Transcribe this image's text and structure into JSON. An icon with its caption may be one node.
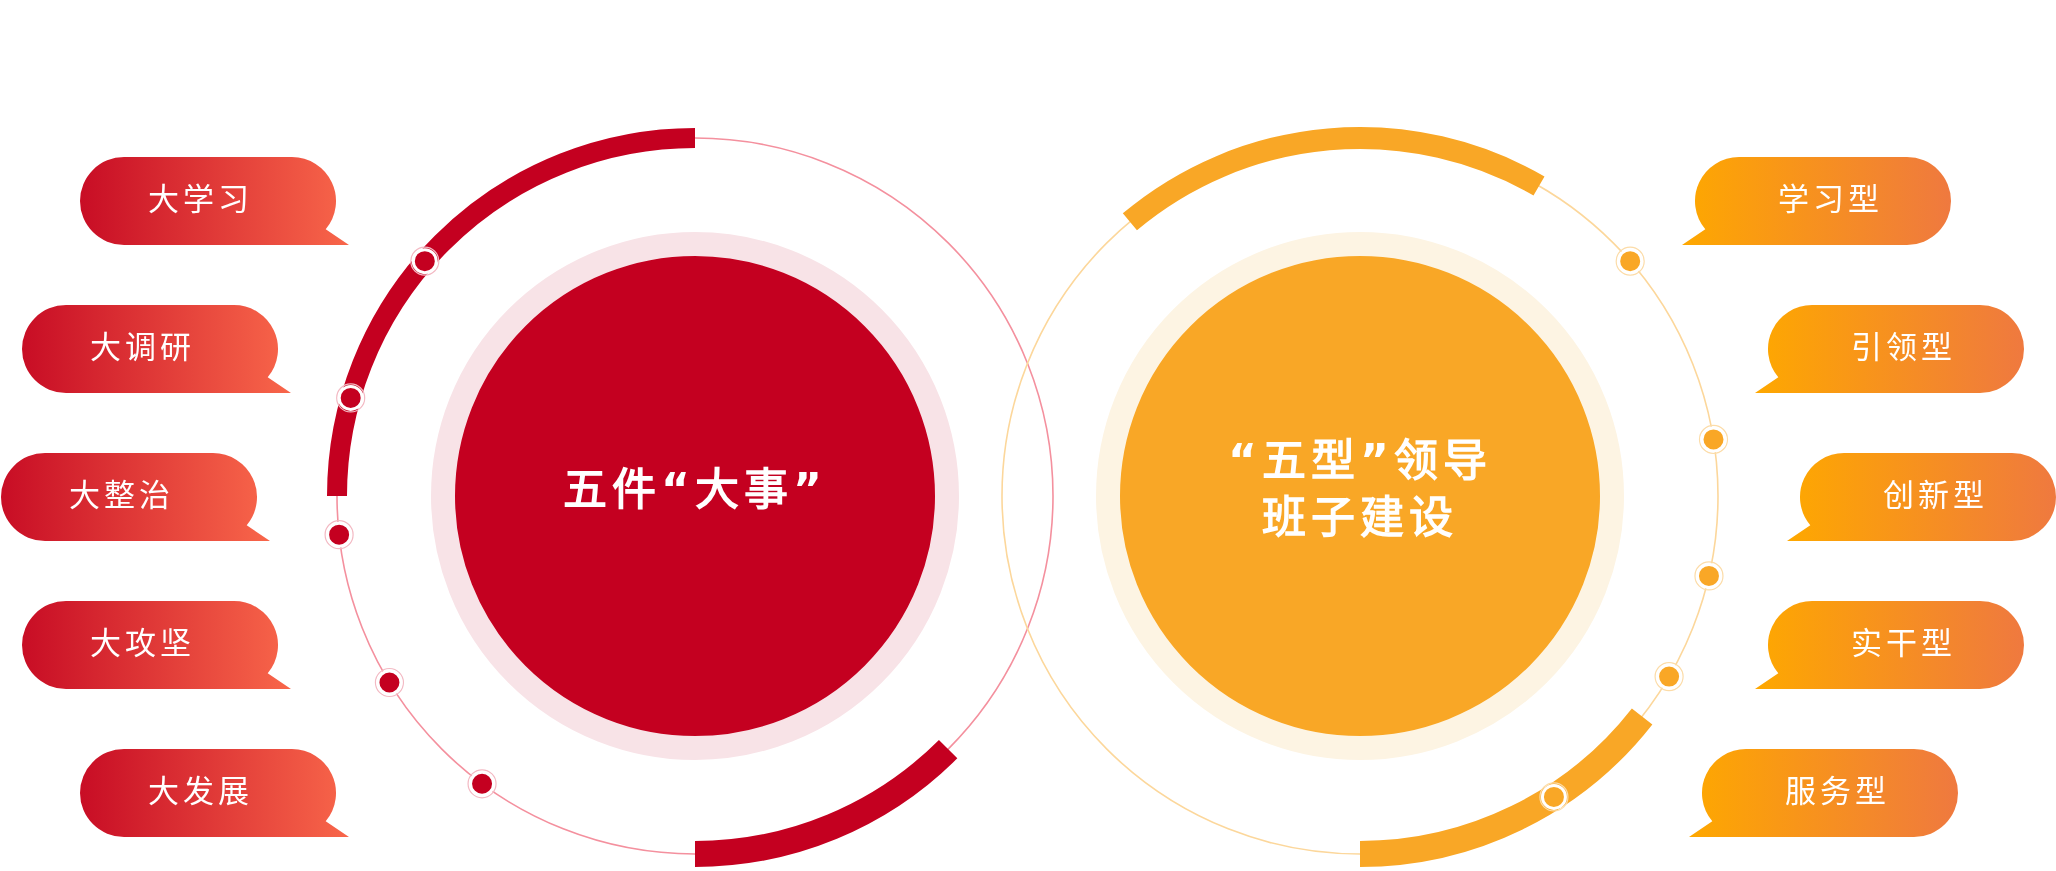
{
  "diagram": {
    "nodes": [
      {
        "text": [
          "大学习"
        ]
      },
      {
        "text": [
          "大调研"
        ]
      },
      {
        "text": [
          "大整治"
        ]
      },
      {
        "text": [
          "大攻坚"
        ]
      },
      {
        "text": [
          "大发展"
        ]
      },
      {
        "text": [
          "五件“大事”"
        ]
      },
      {
        "text": [
          "“五型”领导班子建设"
        ]
      },
      {
        "text": [
          "学习型"
        ]
      },
      {
        "text": [
          "引领型"
        ]
      },
      {
        "text": [
          "创新型"
        ]
      },
      {
        "text": [
          "实干型"
        ]
      },
      {
        "text": [
          "服务型"
        ]
      }
    ]
  }
}
